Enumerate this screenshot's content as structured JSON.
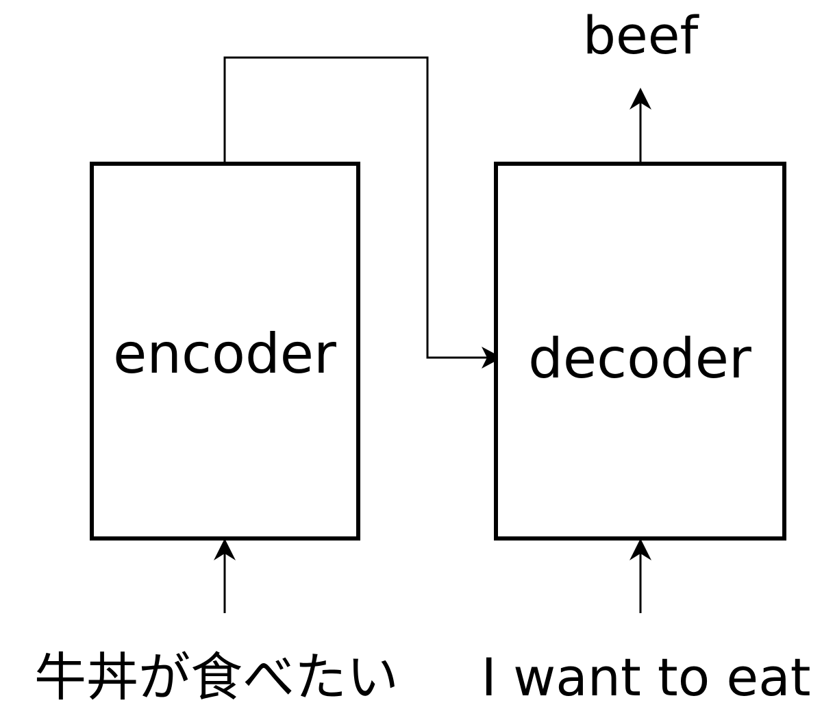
{
  "diagram": {
    "encoder": {
      "label": "encoder"
    },
    "decoder": {
      "label": "decoder"
    },
    "output": {
      "text": "beef"
    },
    "inputs": {
      "encoder": "牛丼が食べたい",
      "decoder": "I want to eat"
    }
  },
  "colors": {
    "stroke": "#000000",
    "background": "#ffffff"
  }
}
